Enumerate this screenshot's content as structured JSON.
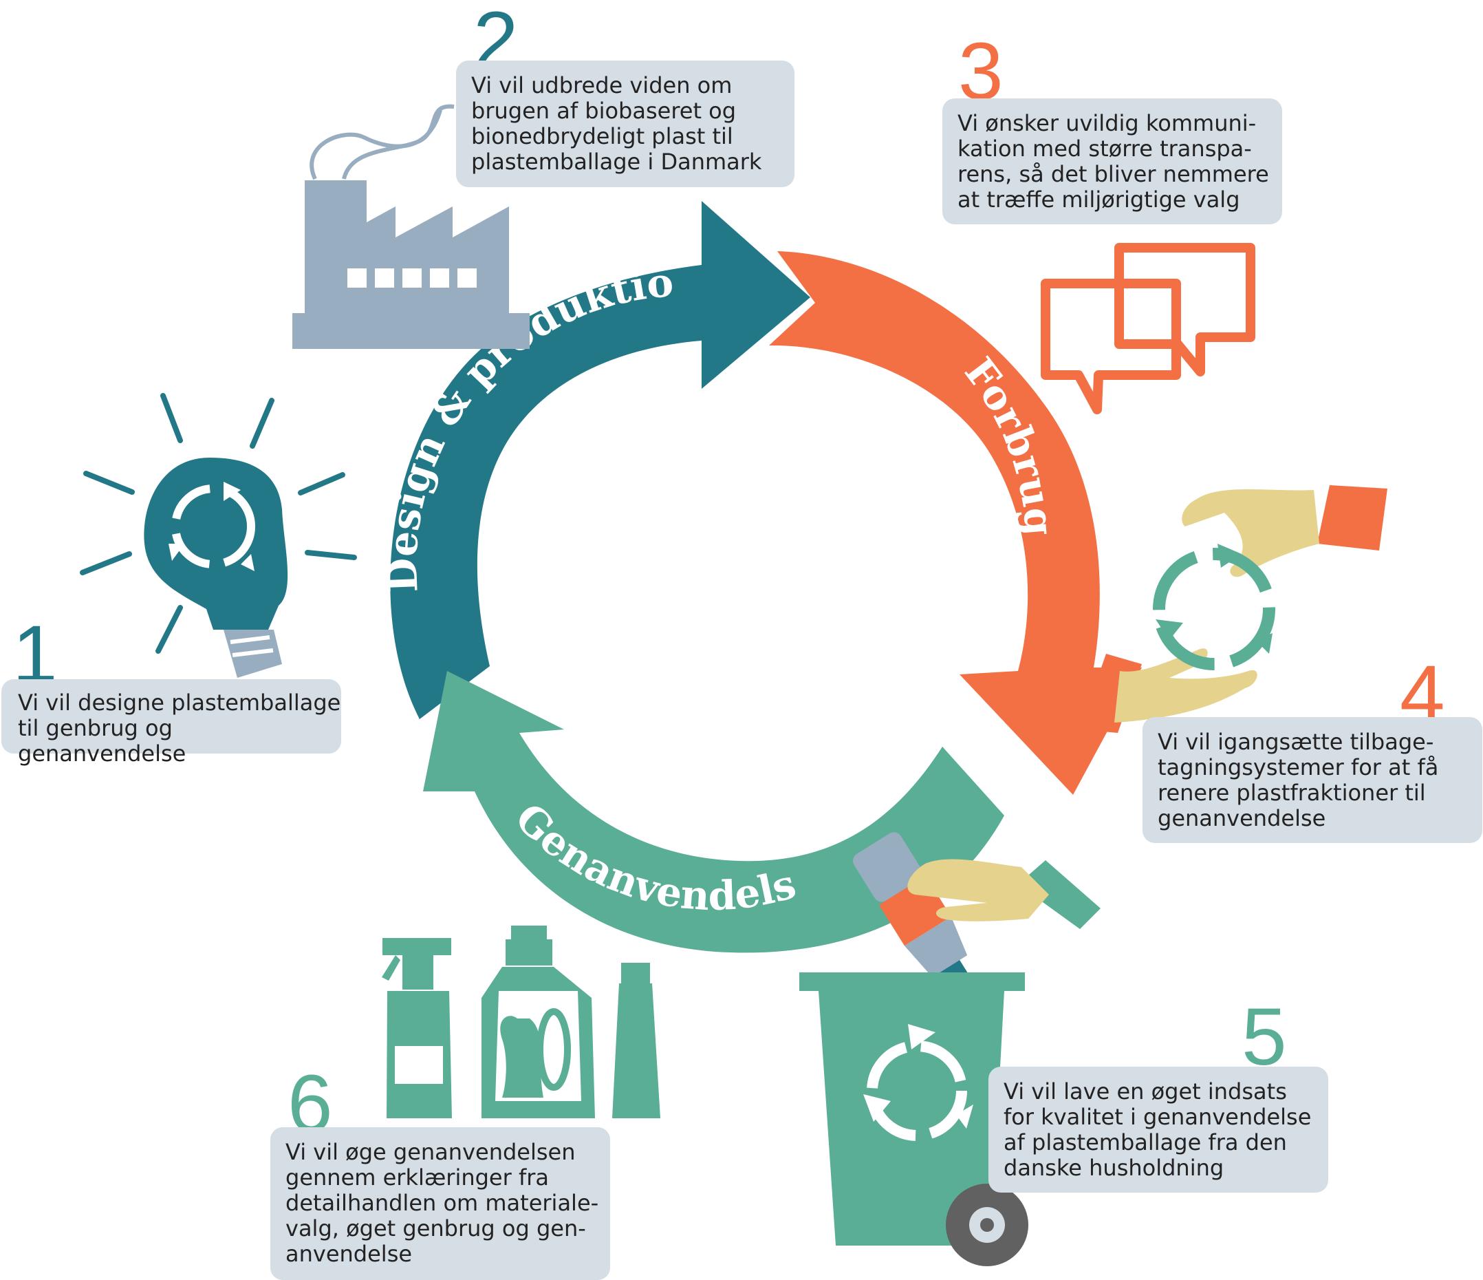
{
  "cycle": {
    "stages": [
      {
        "label": "Design & produktion",
        "color": "#237887"
      },
      {
        "label": "Forbrug",
        "color": "#f37044"
      },
      {
        "label": "Genanvendelse",
        "color": "#5aae96"
      }
    ]
  },
  "steps": [
    {
      "number": "1",
      "text": "Vi vil designe plastemballage\ntil genbrug og genanvendelse",
      "color": "#237887"
    },
    {
      "number": "2",
      "text": "Vi vil udbrede viden om\nbrugen af biobaseret og\nbionedbrydeligt plast til\nplastemballage i Danmark",
      "color": "#237887"
    },
    {
      "number": "3",
      "text": "Vi ønsker uvildig kommuni-\nkation med større transpa-\nrens, så det bliver nemmere\nat træffe miljørigtige valg",
      "color": "#f37044"
    },
    {
      "number": "4",
      "text": "Vi vil igangsætte tilbage-\ntagningsystemer for at få\nrenere plastfraktioner til\ngenanvendelse",
      "color": "#f37044"
    },
    {
      "number": "5",
      "text": "Vi vil lave en øget indsats\nfor kvalitet i genanvendelse\naf plastemballage fra den\ndanske husholdning",
      "color": "#5aae96"
    },
    {
      "number": "6",
      "text": "Vi vil øge genanvendelsen\ngennem erklæringer fra\ndetailhandlen om materiale-\nvalg, øget genbrug og gen-\nanvendelse",
      "color": "#5aae96"
    }
  ],
  "colors": {
    "teal": "#237887",
    "orange": "#f37044",
    "green": "#5aae96",
    "card": "#d5dde5",
    "factory": "#98adc0",
    "skin": "#e4d28d",
    "wheel": "#616161"
  },
  "icons": [
    "lightbulb-icon",
    "factory-icon",
    "speech-bubbles-icon",
    "hands-recycle-icon",
    "recycling-bin-icon",
    "plastic-bottles-icon"
  ]
}
